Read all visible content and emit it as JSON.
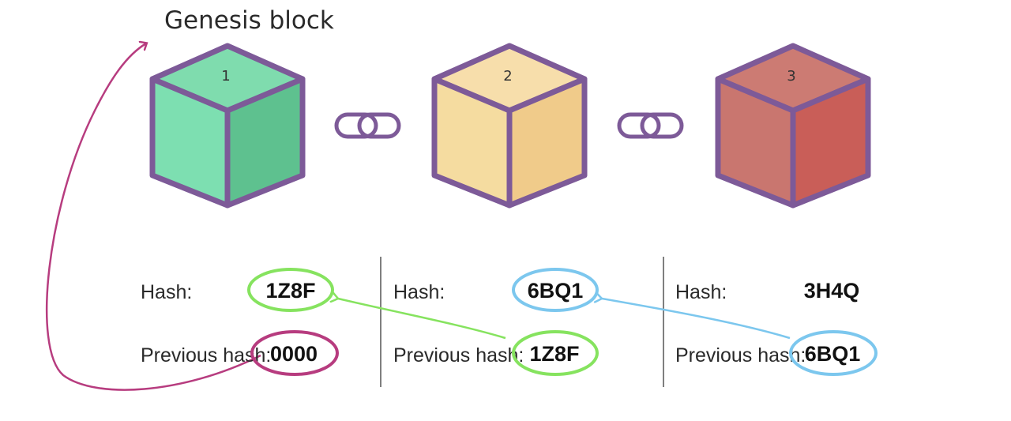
{
  "caption": "Genesis block",
  "blocks": [
    {
      "number": "1",
      "hash": "1Z8F",
      "previous_hash": "0000"
    },
    {
      "number": "2",
      "hash": "6BQ1",
      "previous_hash": "1Z8F"
    },
    {
      "number": "3",
      "hash": "3H4Q",
      "previous_hash": "6BQ1"
    }
  ],
  "labels": {
    "hash": "Hash:",
    "previous_hash": "Previous hash:"
  },
  "colors": {
    "outline": "#7d5a98",
    "cube1": {
      "top": "#7fdcae",
      "left": "#7ddfb1",
      "right": "#5ec18f"
    },
    "cube2": {
      "top": "#f7deab",
      "left": "#f5dca0",
      "right": "#f0cb8a"
    },
    "cube3": {
      "top": "#cc7b73",
      "left": "#c9766f",
      "right": "#c95e58"
    },
    "green": "#86e35f",
    "blue": "#7cc7ee",
    "magenta": "#b73c7f",
    "divider": "#555555"
  },
  "icons": [
    "chain-link-icon",
    "chain-link-icon"
  ]
}
